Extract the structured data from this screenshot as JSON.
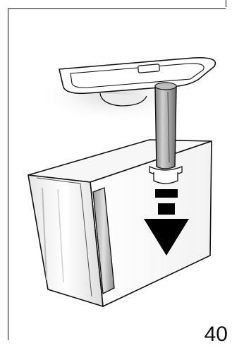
{
  "page": {
    "number": "40"
  },
  "illustration": {
    "subject": "water-tank-filter-insertion",
    "arrow_direction": "down",
    "colors": {
      "outline": "#111111",
      "shade": "#c9c9c9",
      "dark_shade": "#8a8a8a",
      "filter": "#a9a9a9",
      "arrow": "#000000"
    }
  }
}
